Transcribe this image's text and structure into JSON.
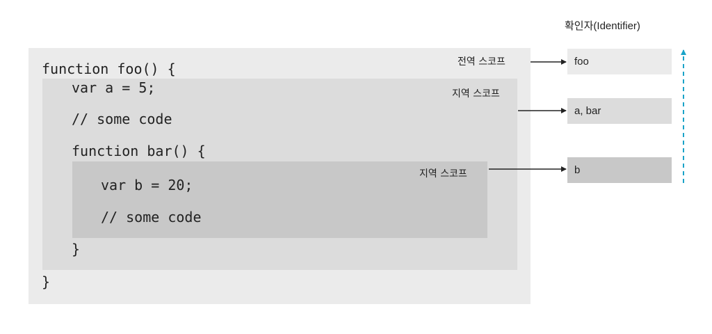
{
  "header": {
    "identifier_title": "확인자(Identifier)"
  },
  "code": {
    "line1": "function foo() {",
    "line2": "var a = 5;",
    "line3": "// some code",
    "line4": "function bar() {",
    "line5": "var b = 20;",
    "line6": "// some code",
    "line7": "}",
    "line8": "}"
  },
  "scopes": {
    "global": "전역 스코프",
    "foo_local": "지역 스코프",
    "bar_local": "지역 스코프"
  },
  "identifiers": {
    "global": "foo",
    "foo_local": "a, bar",
    "bar_local": "b"
  },
  "colors": {
    "global_scope": "#ebebeb",
    "foo_scope": "#dcdcdc",
    "bar_scope": "#c8c8c8",
    "chain_arrow": "#1aa3c8"
  }
}
